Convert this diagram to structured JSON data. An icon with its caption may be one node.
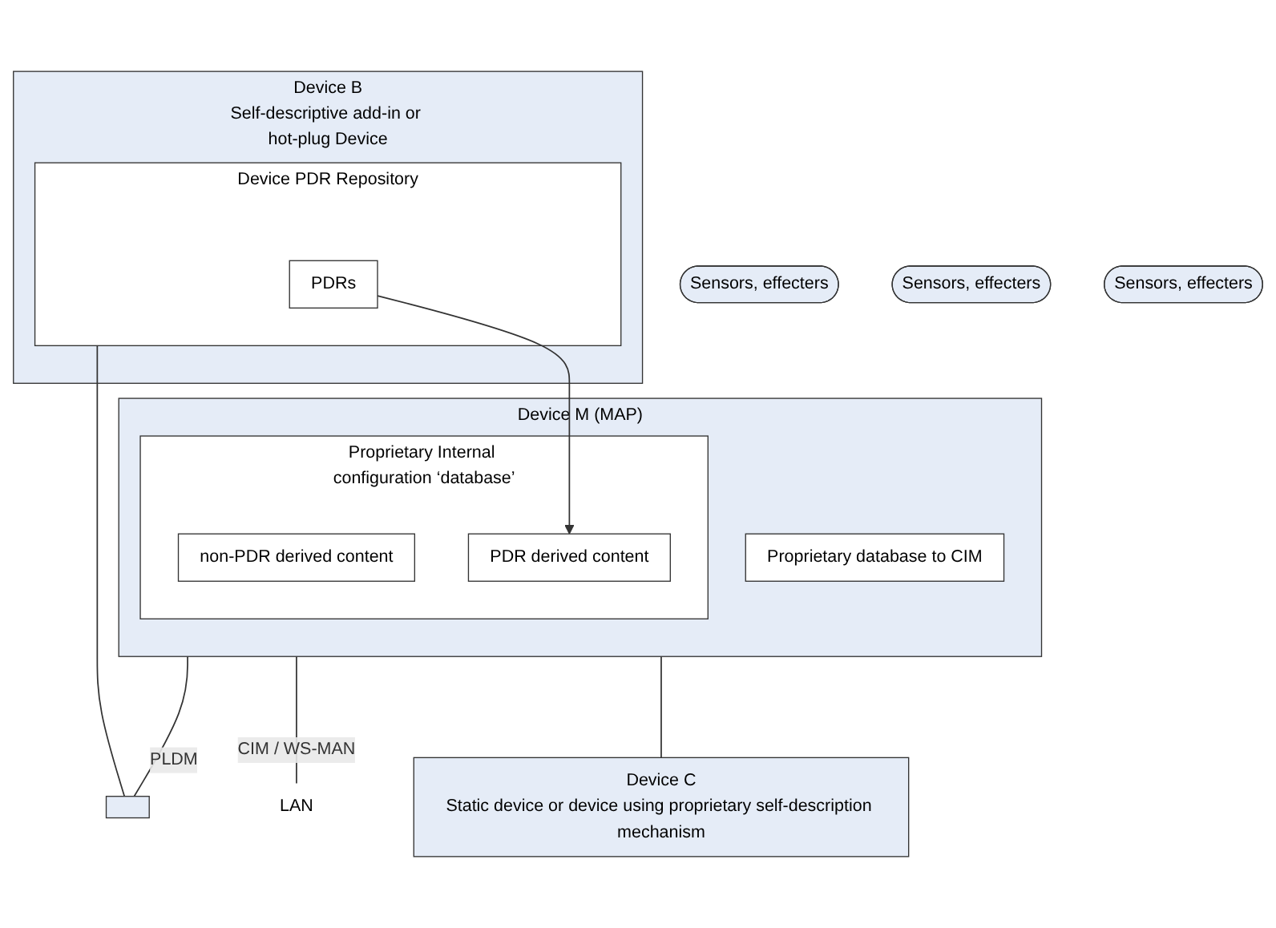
{
  "diagram": {
    "nodes": [
      {
        "text": [
          "Device M (MAP)"
        ]
      },
      {
        "text": [
          "Proprietary database to CIM"
        ],
        "in": 0
      },
      {
        "text": [
          "Proprietary Internal configuration ‘database’"
        ],
        "in": 0
      },
      {
        "text": [
          "non-PDR derived content"
        ],
        "in": 2
      },
      {
        "text": [
          "PDR derived content"
        ],
        "in": 2
      },
      {
        "text": [
          "Sensors, effecters"
        ]
      },
      {
        "text": [
          "Device B",
          "Self-descriptive add-in or hot-plug Device"
        ]
      },
      {
        "text": [
          "Device PDR Repository"
        ],
        "in": 6
      },
      {
        "text": [
          "PDRs"
        ],
        "in": 7
      },
      {
        "text": [
          "Sensors, effecters"
        ]
      },
      {
        "text": [
          "Device C",
          "Static device or device using proprietary self-description mechanism"
        ]
      },
      {
        "text": [
          "Sensors, effecters"
        ]
      },
      {
        "text": [
          "LAN"
        ]
      },
      {
        "text": [],
        "shape": "box"
      }
    ],
    "edges": [
      {
        "from": 0,
        "to": 12,
        "arrow": "none",
        "label": "CIM / WS-MAN"
      },
      {
        "from": 8,
        "to": 4,
        "arrow": "to"
      },
      {
        "from": 7,
        "to": 13,
        "arrow": "none"
      },
      {
        "from": 0,
        "to": 13,
        "arrow": "none",
        "label": "PLDM"
      },
      {
        "from": 0,
        "to": 10,
        "arrow": "none"
      }
    ]
  }
}
